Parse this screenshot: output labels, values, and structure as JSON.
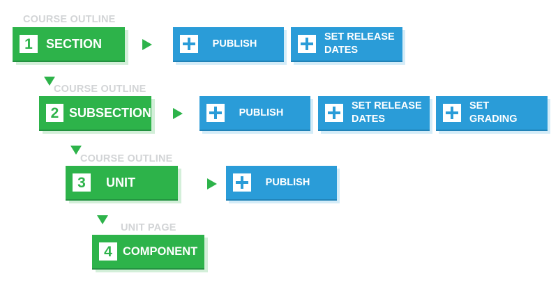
{
  "levels": [
    {
      "number": "1",
      "label": "SECTION",
      "caption": "COURSE OUTLINE",
      "actions": [
        {
          "label": "PUBLISH"
        },
        {
          "label": "SET RELEASE\nDATES"
        }
      ]
    },
    {
      "number": "2",
      "label": "SUBSECTION",
      "caption": "COURSE OUTLINE",
      "actions": [
        {
          "label": "PUBLISH"
        },
        {
          "label": "SET RELEASE\nDATES"
        },
        {
          "label": "SET\nGRADING"
        }
      ]
    },
    {
      "number": "3",
      "label": "UNIT",
      "caption": "COURSE OUTLINE",
      "actions": [
        {
          "label": "PUBLISH"
        }
      ]
    },
    {
      "number": "4",
      "label": "COMPONENT",
      "caption": "UNIT PAGE",
      "actions": []
    }
  ],
  "colors": {
    "green": "#2db34a",
    "blue": "#2a9cd8",
    "caption": "#d2d4d6"
  },
  "icons": {
    "action": "plus-icon",
    "flow": "triangle-arrow-icon"
  }
}
